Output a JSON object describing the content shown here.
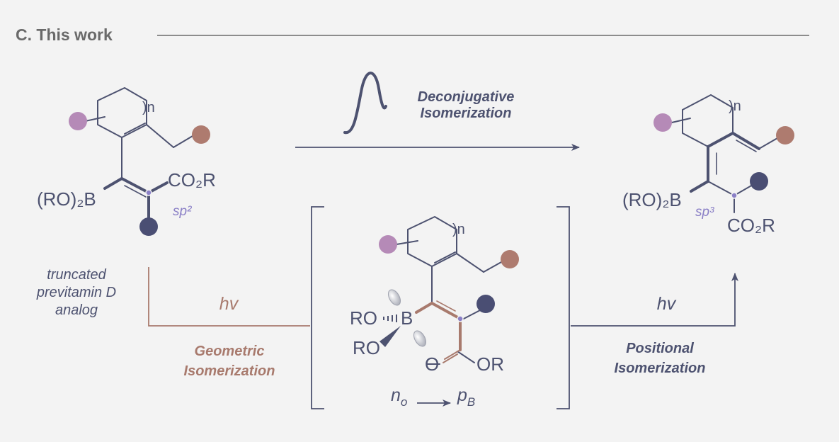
{
  "header": {
    "title": "C. This work"
  },
  "colors": {
    "ink": "#4d5270",
    "purple_dot": "#b58ab7",
    "brown_dot": "#ae7b6f",
    "navy_dot": "#4a4e73",
    "accent_brown": "#a87a6d",
    "sp_label": "#8a7fc6",
    "background": "#f3f3f3"
  },
  "labels": {
    "deconj_line1": "Deconjugative",
    "deconj_line2": "Isomerization",
    "truncated_1": "truncated",
    "truncated_2": "previtamin D",
    "truncated_3": "analog",
    "hv_left": "hv",
    "hv_right": "hv",
    "geometric_1": "Geometric",
    "geometric_2": "Isomerization",
    "positional_1": "Positional",
    "positional_2": "Isomerization"
  },
  "molecules": {
    "left": {
      "boron": "(RO)₂B",
      "ester": "CO₂R",
      "hybrid": "sp²",
      "ring_n": ")n"
    },
    "middle": {
      "ro_top": "RO",
      "boron": "B",
      "ro_bottom": "RO",
      "carbonyl_o": "O",
      "or": "OR",
      "ring_n": ")n"
    },
    "right": {
      "boron": "(RO)₂B",
      "ester": "CO₂R",
      "hybrid": "sp³",
      "ring_n": ")n"
    }
  },
  "interaction": {
    "from": "n",
    "from_sub": "o",
    "to": "p",
    "to_sub": "B"
  }
}
